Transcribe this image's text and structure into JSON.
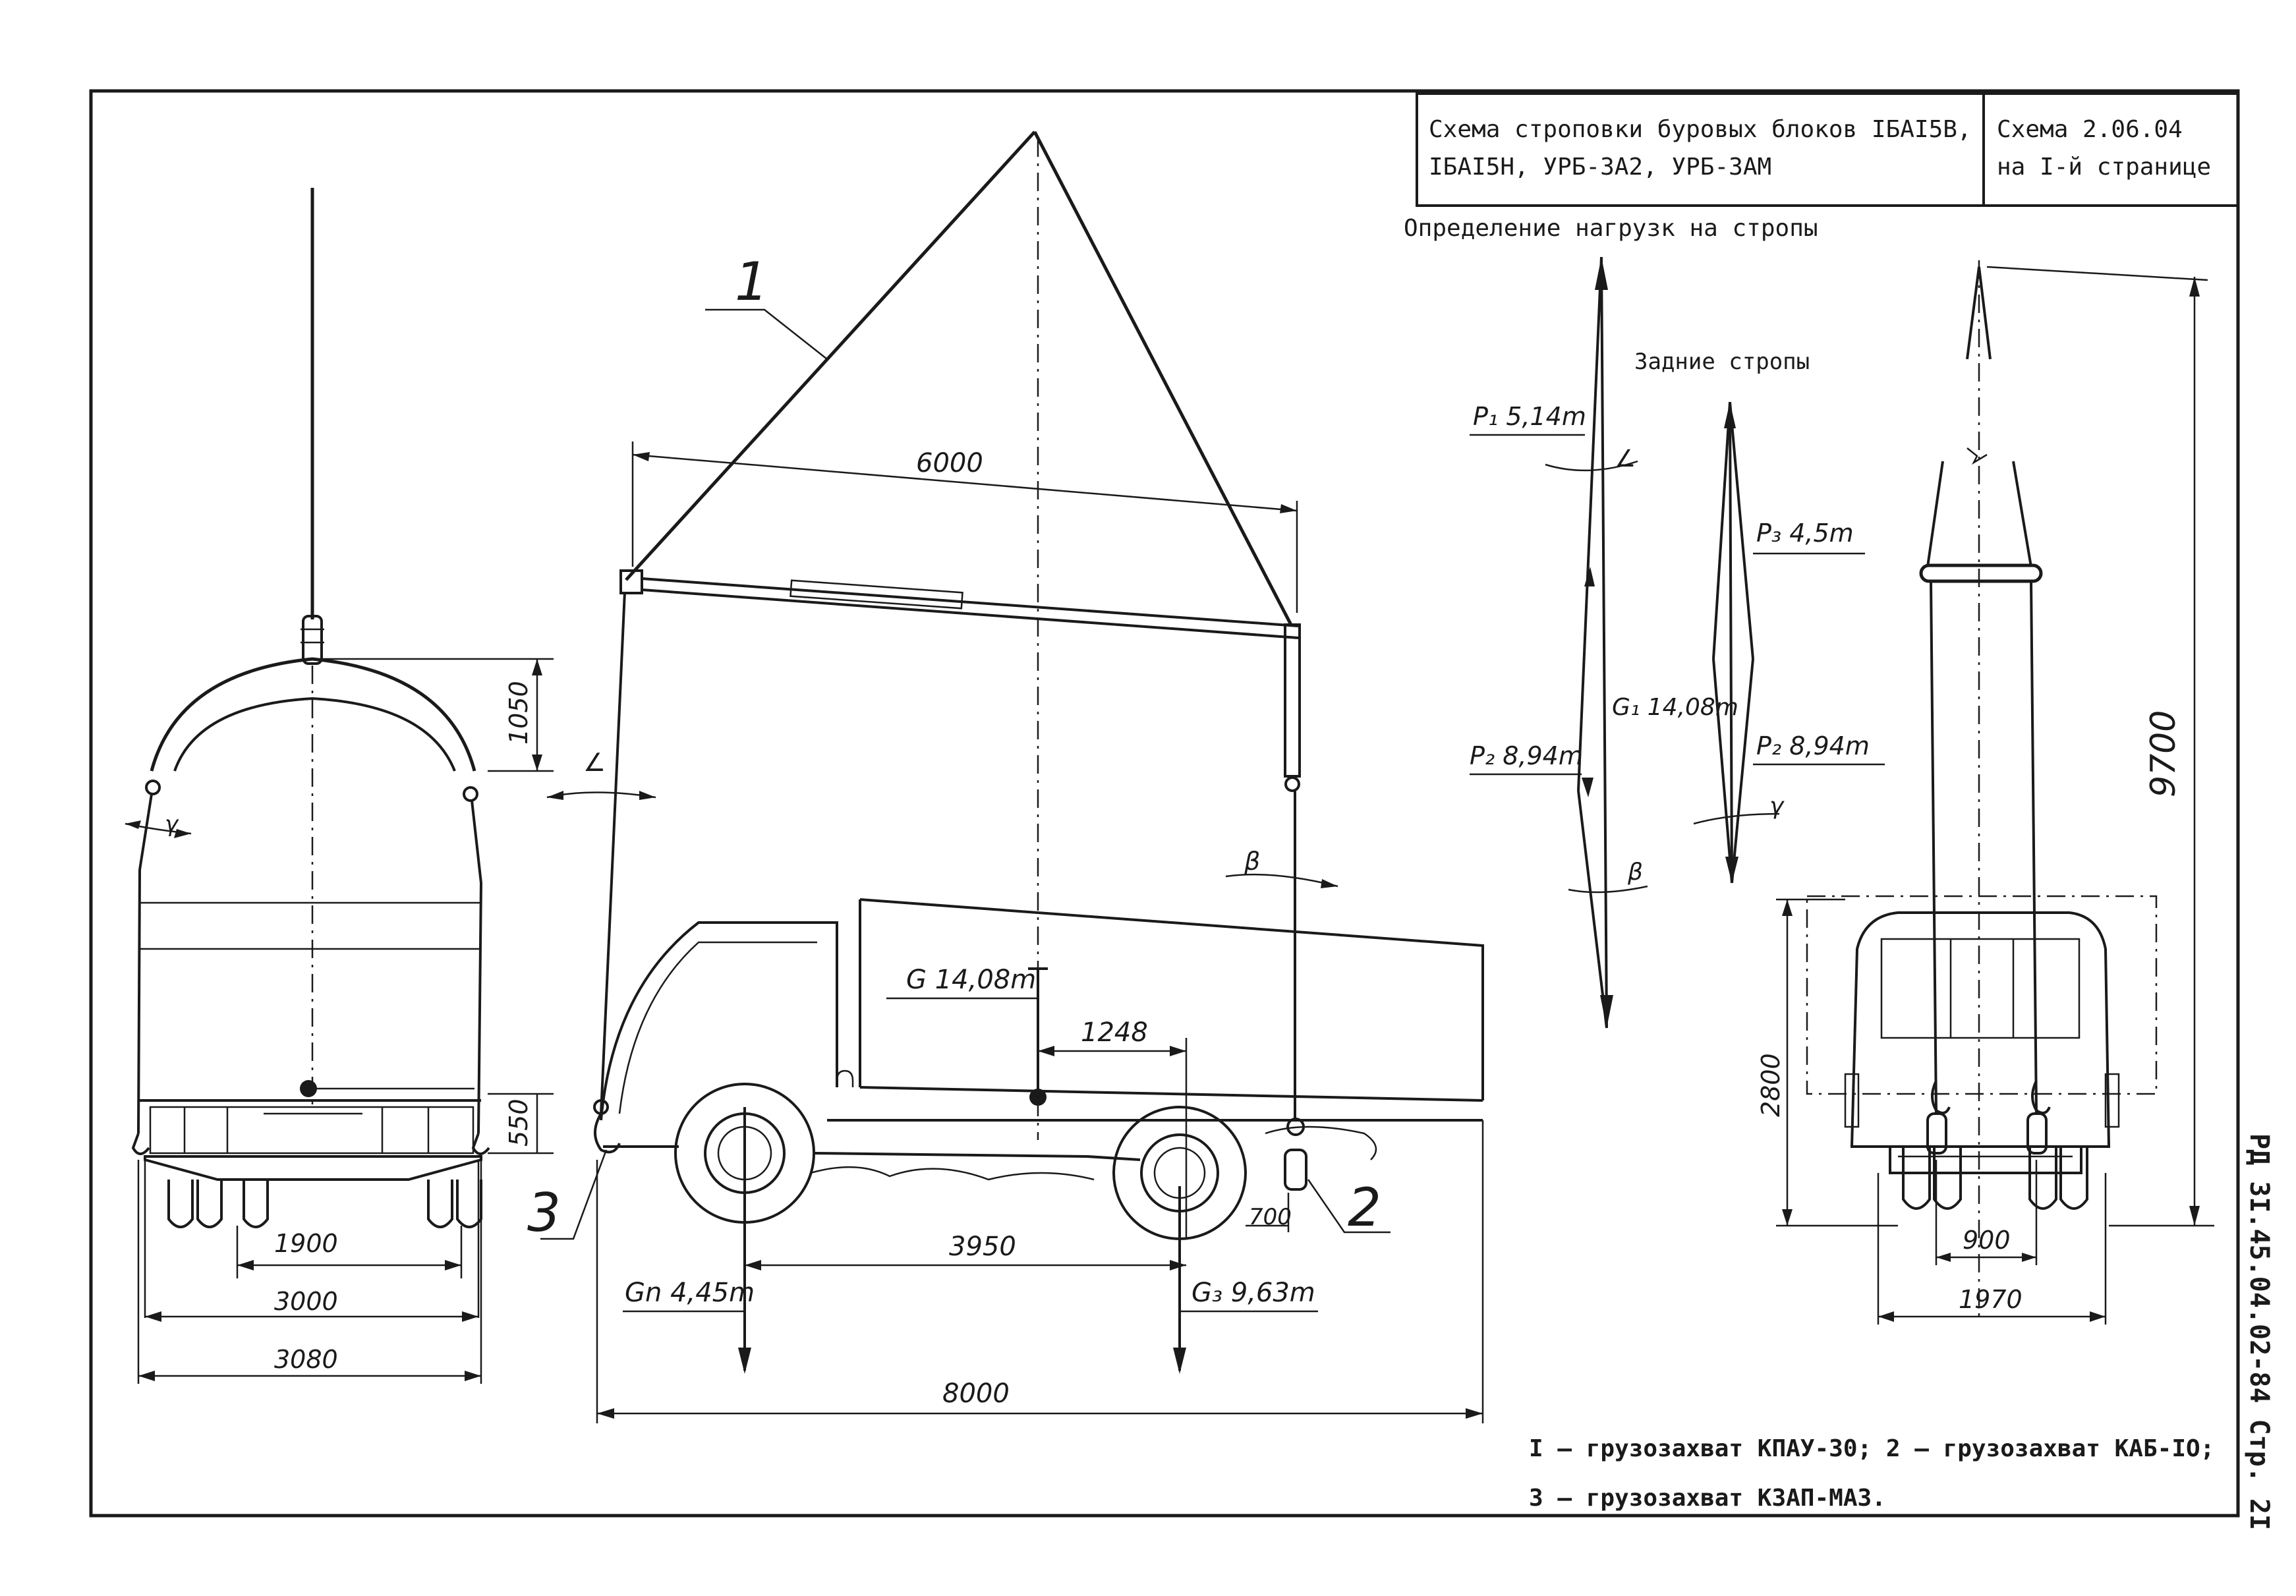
{
  "title_block": {
    "title_line1": "Схема строповки буровых блоков IБАI5В,",
    "title_line2": "IБАI5Н, УРБ-3А2, УРБ-3АМ",
    "scheme_line1": "Схема 2.06.04",
    "scheme_line2": "на I-й странице"
  },
  "loads_heading": "Определение нагрузк на стропы",
  "rear_slings_heading": "Задние стропы",
  "side_view": {
    "callout_1": "1",
    "callout_2": "2",
    "callout_3": "3",
    "dim_6000": "6000",
    "dim_1248": "1248",
    "dim_3950": "3950",
    "dim_8000": "8000",
    "dim_700": "700",
    "load_G": "G 14,08m",
    "load_Gn": "Gn 4,45m",
    "load_G3": "G₃ 9,63m",
    "angle_alpha": "∠",
    "angle_beta": "β"
  },
  "front_view": {
    "dim_1050": "1050",
    "dim_550": "550",
    "dim_1900": "1900",
    "dim_3000": "3000",
    "dim_3080": "3080",
    "angle_gamma": "γ"
  },
  "force_diagram": {
    "P1": "P₁ 5,14m",
    "P2": "P₂ 8,94m",
    "G1": "G₁ 14,08m",
    "P3": "P₃ 4,5m",
    "P2_rear": "P₂ 8,94m",
    "angle_alpha": "∠",
    "angle_beta": "β",
    "angle_gamma": "γ"
  },
  "rear_view": {
    "dim_9700": "9700",
    "dim_2800": "2800",
    "dim_900": "900",
    "dim_1970": "1970"
  },
  "legend": {
    "line1": "I – грузозахват КПАУ-30;  2 – грузозахват КАБ-IO;",
    "line2": "3 – грузозахват КЗАП-МАЗ."
  },
  "side_code": "РД 3I.45.04.02-84  Стр. 2I"
}
